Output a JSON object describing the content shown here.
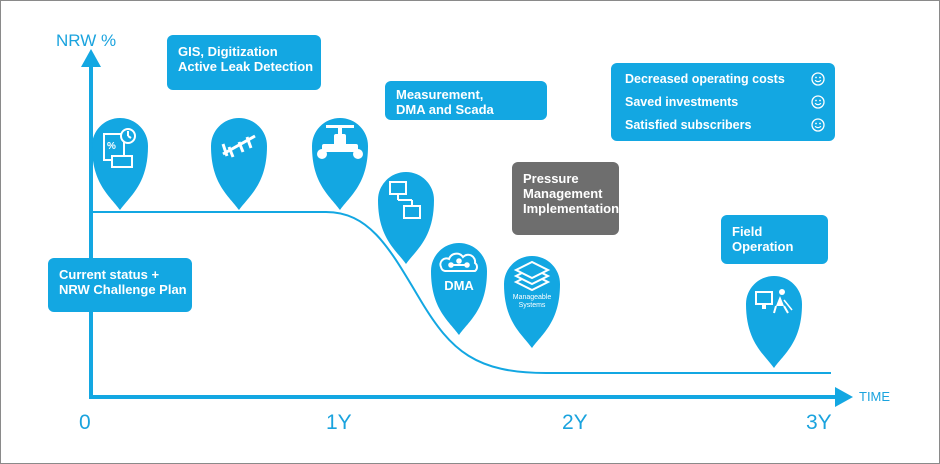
{
  "axis": {
    "y_label": "NRW %",
    "x_label": "TIME",
    "ticks": [
      "0",
      "1Y",
      "2Y",
      "3Y"
    ]
  },
  "boxes": {
    "current_status": [
      "Current status +",
      "NRW Challenge Plan"
    ],
    "gis": [
      "GIS, Digitization",
      "Active Leak Detection"
    ],
    "measurement": [
      "Measurement,",
      "DMA and Scada"
    ],
    "pressure": [
      "Pressure",
      "Management",
      "Implementation"
    ],
    "field": [
      "Field",
      "Operation"
    ]
  },
  "benefits": [
    "Decreased operating costs",
    "Saved investments",
    "Satisfied subscribers"
  ],
  "markers": {
    "dma_label": "DMA",
    "systems_label": [
      "Manageable",
      "Systems"
    ]
  },
  "icons": [
    "documents-icon",
    "pipe-icon",
    "valve-icon",
    "network-icon",
    "cloud-icon",
    "layers-icon",
    "worker-icon",
    "smiley-icon"
  ],
  "colors": {
    "accent": "#13a7e2",
    "grey": "#6e6e6e"
  }
}
